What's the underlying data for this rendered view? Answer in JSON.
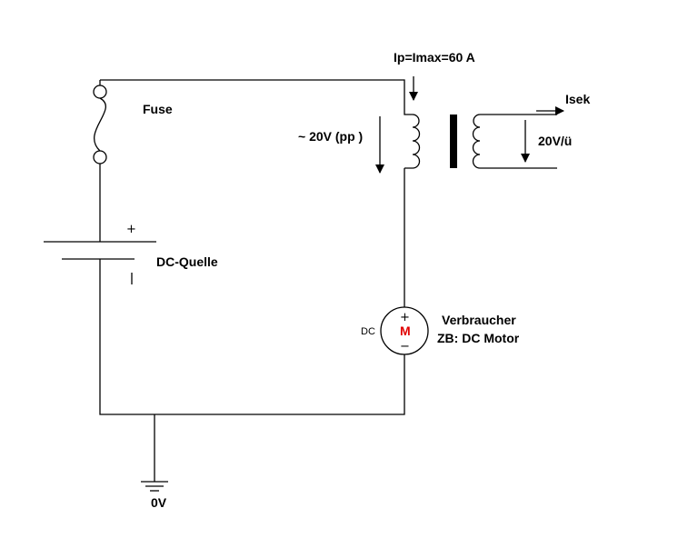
{
  "labels": {
    "fuse": "Fuse",
    "dc_source": "DC-Quelle",
    "ground": "0V",
    "primary_current": "Ip=Imax=60 A",
    "primary_voltage": "~ 20V (pp )",
    "secondary_current": "Isek",
    "secondary_voltage": "20V/ü",
    "load_line1": "Verbraucher",
    "load_line2": "ZB: DC Motor",
    "motor_type": "DC",
    "motor_letter": "M",
    "plus": "+",
    "minus": "−"
  },
  "colors": {
    "line": "#000000",
    "motor_letter": "#e00000"
  }
}
